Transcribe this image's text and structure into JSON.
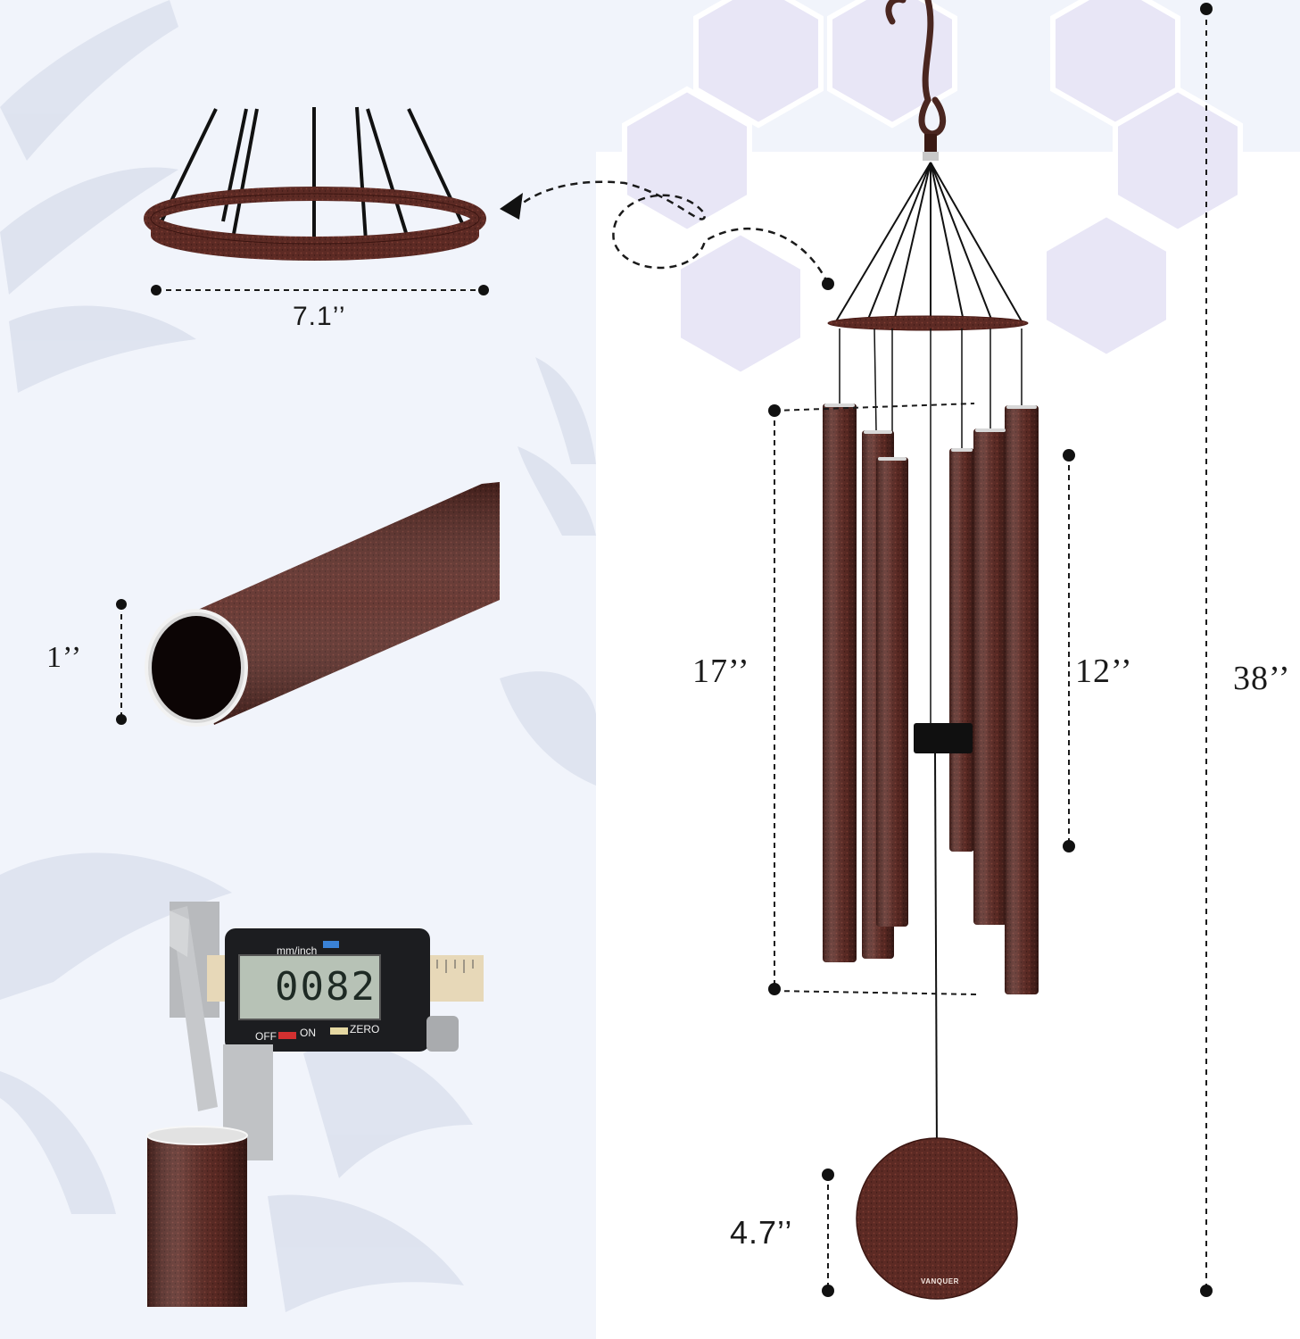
{
  "dimensions": {
    "ring_diameter": "7.1’’",
    "tube_diameter": "1’’",
    "longest_tube": "17’’",
    "shortest_tube": "12’’",
    "total_length": "38’’",
    "sail_diameter": "4.7’’"
  },
  "caliper": {
    "unit_label": "mm/inch",
    "reading": "0082",
    "off_label": "OFF",
    "on_label": "ON",
    "zero_label": "ZERO"
  },
  "brand": "VANQUER",
  "colors": {
    "background": "#f1f4fb",
    "tube": "#5a2a24",
    "tube_highlight": "#8a4a3e",
    "ring": "#6b3027",
    "dimension_line": "#1a1a1a"
  }
}
